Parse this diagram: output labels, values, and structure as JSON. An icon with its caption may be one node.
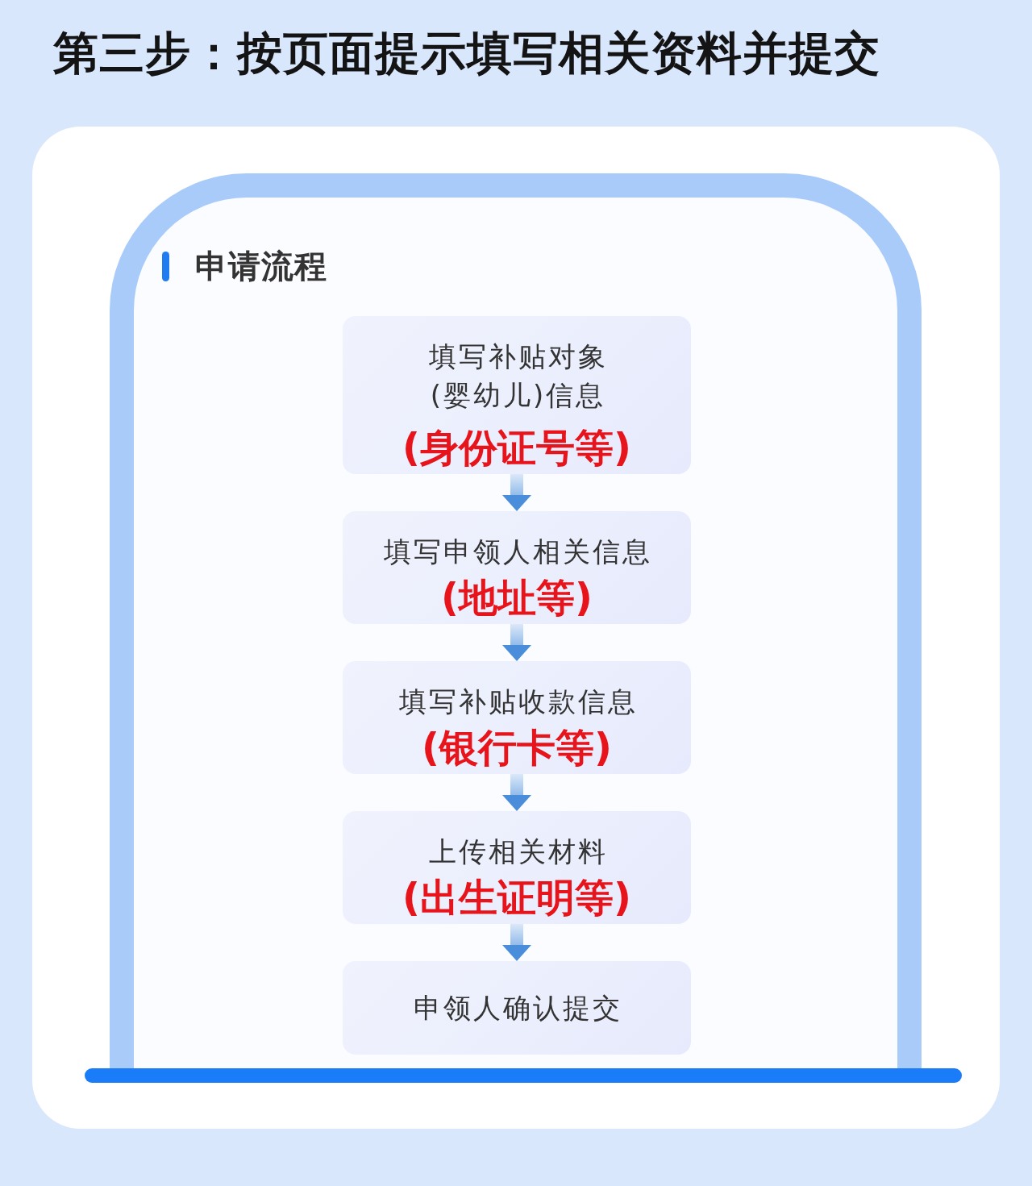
{
  "diagram": {
    "title": "第三步：按页面提示填写相关资料并提交",
    "nodes": [
      {
        "text": [
          "申请流程"
        ]
      },
      {
        "text": [
          "填写补贴对象(婴幼儿)信息",
          "(身份证号等)"
        ],
        "in": 0
      },
      {
        "text": [
          "填写申领人相关信息",
          "(地址等)"
        ],
        "in": 0
      },
      {
        "text": [
          "填写补贴收款信息",
          "(银行卡等)"
        ],
        "in": 0
      },
      {
        "text": [
          "上传相关材料",
          "(出生证明等)"
        ],
        "in": 0
      },
      {
        "text": [
          "申领人确认提交"
        ],
        "in": 0
      },
      {
        "text": [],
        "shape": "bar"
      }
    ],
    "edges": [
      {
        "from": 1,
        "to": 2,
        "arrow": "to"
      },
      {
        "from": 2,
        "to": 3,
        "arrow": "to"
      },
      {
        "from": 3,
        "to": 4,
        "arrow": "to"
      },
      {
        "from": 4,
        "to": 5,
        "arrow": "to"
      }
    ]
  }
}
